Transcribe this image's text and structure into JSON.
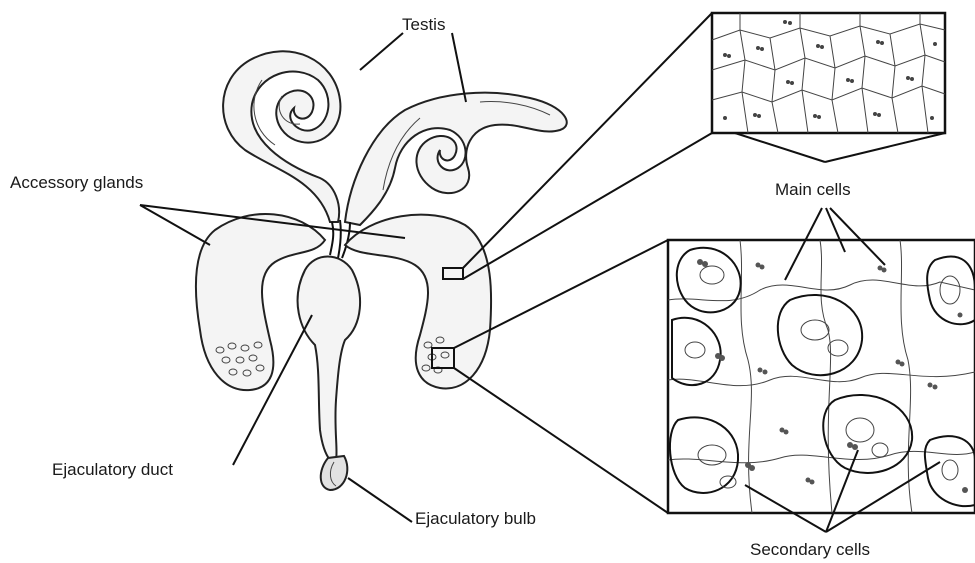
{
  "labels": {
    "testis": "Testis",
    "accessory_glands": "Accessory glands",
    "main_cells": "Main cells",
    "ejaculatory_duct": "Ejaculatory duct",
    "ejaculatory_bulb": "Ejaculatory bulb",
    "secondary_cells": "Secondary cells"
  }
}
